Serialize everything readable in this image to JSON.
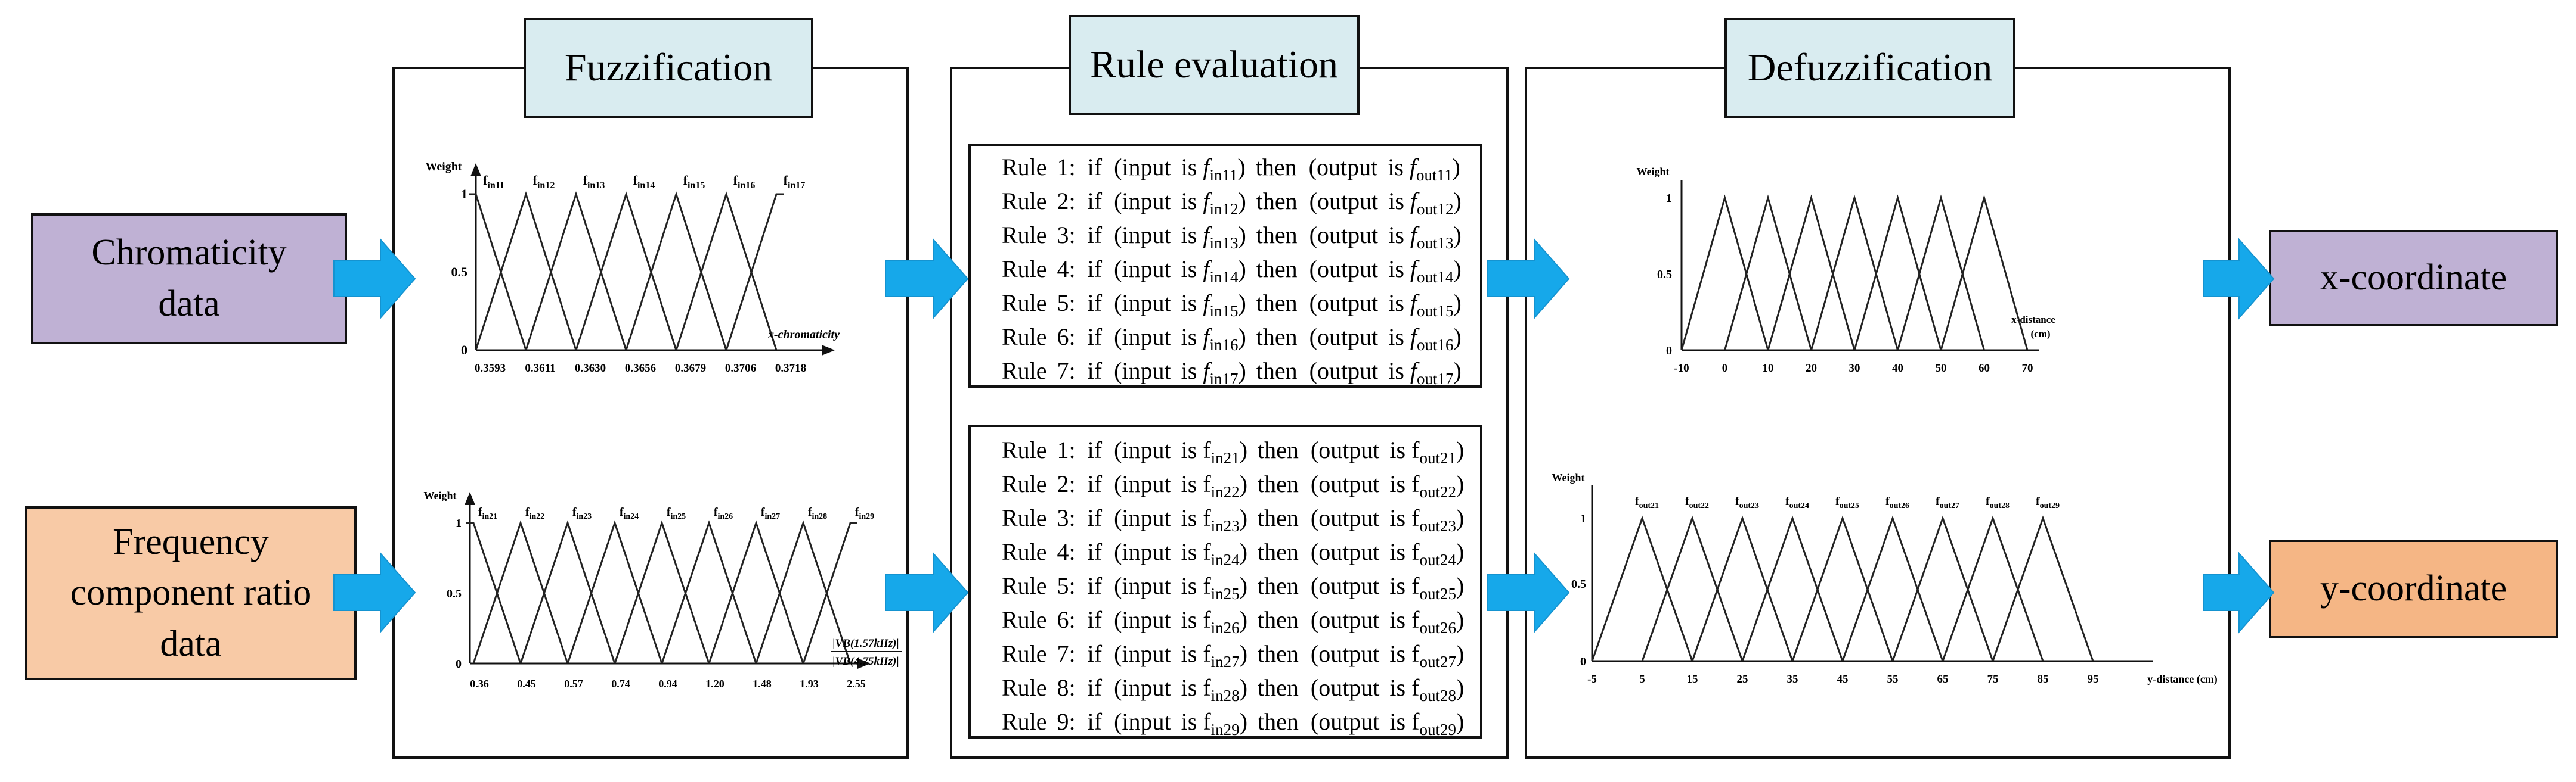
{
  "stages": {
    "fuzzification": "Fuzzification",
    "rule_evaluation": "Rule evaluation",
    "defuzzification": "Defuzzification"
  },
  "inputs": {
    "chromaticity": [
      "Chromaticity",
      "data"
    ],
    "frequency": [
      "Frequency",
      "component ratio",
      "data"
    ]
  },
  "outputs": {
    "x": "x-coordinate",
    "y": "y-coordinate"
  },
  "chart_data": [
    {
      "type": "line",
      "title": "",
      "ylabel": "Weight",
      "xlabel": "x-chromaticity",
      "yticks": [
        "1",
        "0.5",
        "0"
      ],
      "ylim": [
        0,
        1
      ],
      "xticks": [
        "0.3593",
        "0.3611",
        "0.3630",
        "0.3656",
        "0.3679",
        "0.3706",
        "0.3718"
      ],
      "series": [
        {
          "name": "fin11",
          "sub": "in11"
        },
        {
          "name": "fin12",
          "sub": "in12"
        },
        {
          "name": "fin13",
          "sub": "in13"
        },
        {
          "name": "fin14",
          "sub": "in14"
        },
        {
          "name": "fin15",
          "sub": "in15"
        },
        {
          "name": "fin16",
          "sub": "in16"
        },
        {
          "name": "fin17",
          "sub": "in17"
        }
      ]
    },
    {
      "type": "line",
      "title": "",
      "ylabel": "Weight",
      "xlabel_num": "|VB(1.57kHz)|",
      "xlabel_den": "|VB(4.75kHz)|",
      "yticks": [
        "1",
        "0.5",
        "0"
      ],
      "ylim": [
        0,
        1
      ],
      "xticks": [
        "0.36",
        "0.45",
        "0.57",
        "0.74",
        "0.94",
        "1.20",
        "1.48",
        "1.93",
        "2.55"
      ],
      "series": [
        {
          "name": "fin21",
          "sub": "in21"
        },
        {
          "name": "fin22",
          "sub": "in22"
        },
        {
          "name": "fin23",
          "sub": "in23"
        },
        {
          "name": "fin24",
          "sub": "in24"
        },
        {
          "name": "fin25",
          "sub": "in25"
        },
        {
          "name": "fin26",
          "sub": "in26"
        },
        {
          "name": "fin27",
          "sub": "in27"
        },
        {
          "name": "fin28",
          "sub": "in28"
        },
        {
          "name": "fin29",
          "sub": "in29"
        }
      ]
    },
    {
      "type": "line",
      "title": "",
      "ylabel": "Weight",
      "xlabel_lines": [
        "x-distance",
        "(cm)"
      ],
      "yticks": [
        "1",
        "0.5",
        "0"
      ],
      "ylim": [
        0,
        1
      ],
      "x": [
        -10,
        0,
        10,
        20,
        30,
        40,
        50,
        60,
        70
      ],
      "xticks": [
        "-10",
        "0",
        "10",
        "20",
        "30",
        "40",
        "50",
        "60",
        "70"
      ],
      "series": [
        {
          "peak": 0
        },
        {
          "peak": 10
        },
        {
          "peak": 20
        },
        {
          "peak": 30
        },
        {
          "peak": 40
        },
        {
          "peak": 50
        },
        {
          "peak": 60
        }
      ]
    },
    {
      "type": "line",
      "title": "",
      "ylabel": "Weight",
      "xlabel": "y-distance (cm)",
      "yticks": [
        "1",
        "0.5",
        "0"
      ],
      "ylim": [
        0,
        1
      ],
      "x": [
        -5,
        5,
        15,
        25,
        35,
        45,
        55,
        65,
        75,
        85,
        95
      ],
      "xticks": [
        "-5",
        "5",
        "15",
        "25",
        "35",
        "45",
        "55",
        "65",
        "75",
        "85",
        "95"
      ],
      "series": [
        {
          "name": "fout21",
          "sub": "out21",
          "peak": 5
        },
        {
          "name": "fout22",
          "sub": "out22",
          "peak": 15
        },
        {
          "name": "fout23",
          "sub": "out23",
          "peak": 25
        },
        {
          "name": "fout24",
          "sub": "out24",
          "peak": 35
        },
        {
          "name": "fout25",
          "sub": "out25",
          "peak": 45
        },
        {
          "name": "fout26",
          "sub": "out26",
          "peak": 55
        },
        {
          "name": "fout27",
          "sub": "out27",
          "peak": 65
        },
        {
          "name": "fout28",
          "sub": "out28",
          "peak": 75
        },
        {
          "name": "fout29",
          "sub": "out29",
          "peak": 85
        }
      ]
    }
  ],
  "rules_chromaticity": [
    {
      "label": "Rule 1:",
      "in": "in11",
      "out": "out11"
    },
    {
      "label": "Rule 2:",
      "in": "in12",
      "out": "out12"
    },
    {
      "label": "Rule 3:",
      "in": "in13",
      "out": "out13"
    },
    {
      "label": "Rule 4:",
      "in": "in14",
      "out": "out14"
    },
    {
      "label": "Rule 5:",
      "in": "in15",
      "out": "out15"
    },
    {
      "label": "Rule 6:",
      "in": "in16",
      "out": "out16"
    },
    {
      "label": "Rule 7:",
      "in": "in17",
      "out": "out17"
    }
  ],
  "rules_frequency": [
    {
      "label": "Rule 1:",
      "in": "in21",
      "out": "out21"
    },
    {
      "label": "Rule 2:",
      "in": "in22",
      "out": "out22"
    },
    {
      "label": "Rule 3:",
      "in": "in23",
      "out": "out23"
    },
    {
      "label": "Rule 4:",
      "in": "in24",
      "out": "out24"
    },
    {
      "label": "Rule 5:",
      "in": "in25",
      "out": "out25"
    },
    {
      "label": "Rule 6:",
      "in": "in26",
      "out": "out26"
    },
    {
      "label": "Rule 7:",
      "in": "in27",
      "out": "out27"
    },
    {
      "label": "Rule 8:",
      "in": "in28",
      "out": "out28"
    },
    {
      "label": "Rule 9:",
      "in": "in29",
      "out": "out29"
    }
  ],
  "rule_words": {
    "if": "if",
    "input_is": "(input is",
    "then": ")  then",
    "output_is": "(output is",
    "close": ")",
    "f": "f"
  },
  "colors": {
    "header_fill": "#d9ecf0",
    "chromaticity_fill": "#bfb1d4",
    "frequency_fill": "#f8caa6",
    "x_output_fill": "#bfb1d4",
    "y_output_fill": "#f5b685",
    "arrow": "#16a8ea",
    "arrow_edge": "#1593d0"
  }
}
